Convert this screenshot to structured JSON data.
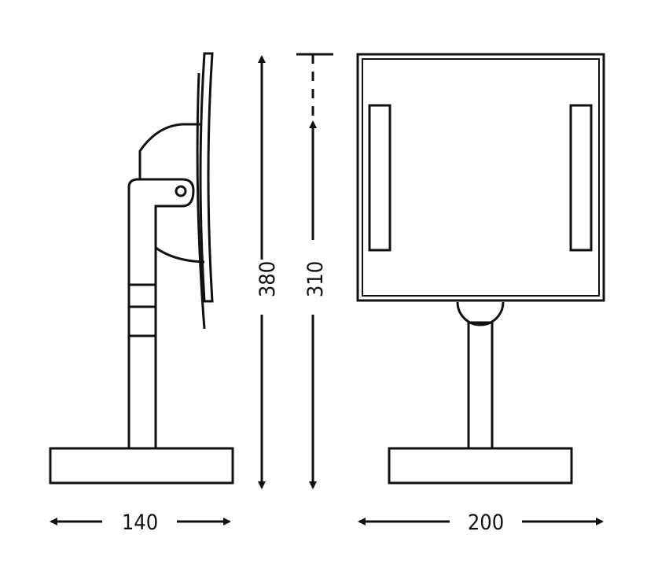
{
  "dimensions": {
    "height_total": "380",
    "height_mirror_to_base": "310",
    "depth": "140",
    "width": "200"
  },
  "views": {
    "side": "side-view",
    "front": "front-view"
  },
  "style": {
    "line_color": "#111111",
    "background": "#ffffff"
  }
}
